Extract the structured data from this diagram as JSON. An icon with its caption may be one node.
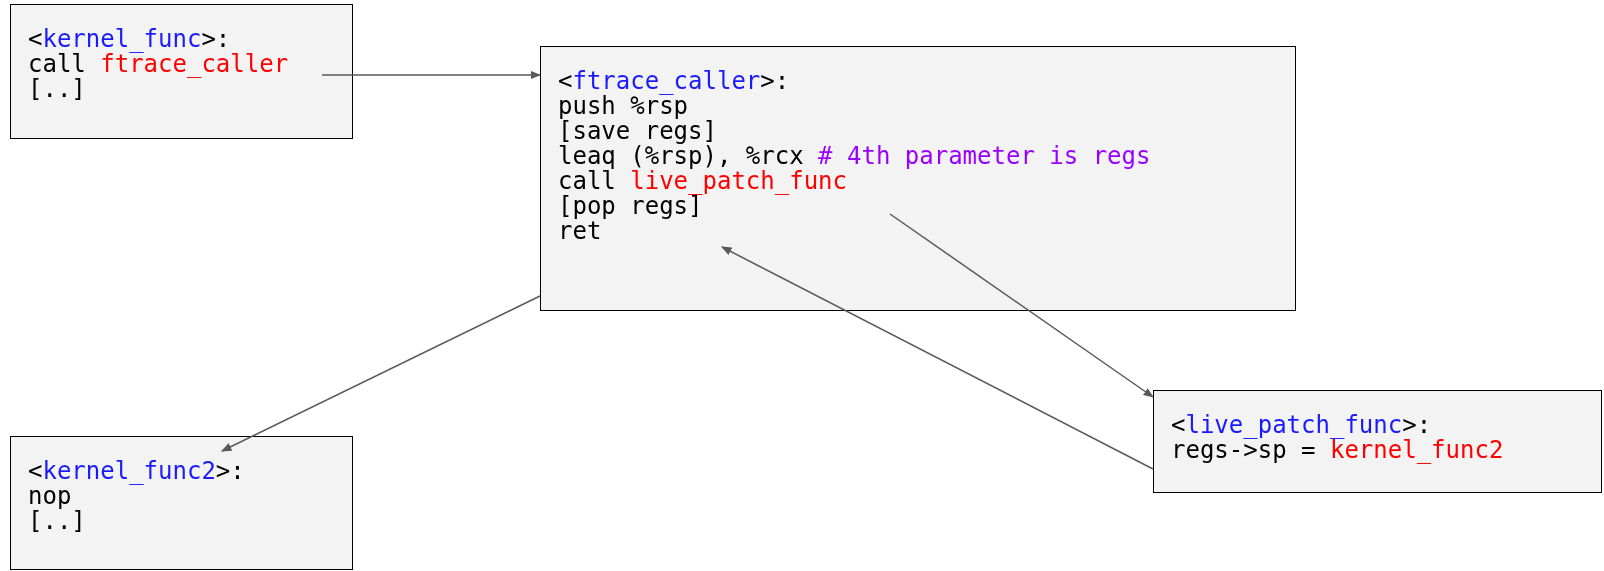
{
  "diagram": {
    "nodes": [
      {
        "text": [
          "<kernel_func>:",
          "call ftrace_caller",
          "[..]"
        ]
      },
      {
        "text": [
          "<ftrace_caller>:",
          "push %rsp",
          "[save regs]",
          "leaq (%rsp), %rcx # 4th parameter is regs",
          "call live_patch_func",
          "[pop regs]",
          "ret"
        ]
      },
      {
        "text": [
          "<live_patch_func>:",
          "regs->sp = kernel_func2"
        ]
      },
      {
        "text": [
          "<kernel_func2>:",
          "nop",
          "[..]"
        ]
      }
    ],
    "edges": [
      {
        "from": 0,
        "to": 1,
        "arrow": "to"
      },
      {
        "from": 1,
        "to": 2,
        "arrow": "to"
      },
      {
        "from": 2,
        "to": 1,
        "arrow": "to"
      },
      {
        "from": 1,
        "to": 3,
        "arrow": "to"
      }
    ]
  }
}
